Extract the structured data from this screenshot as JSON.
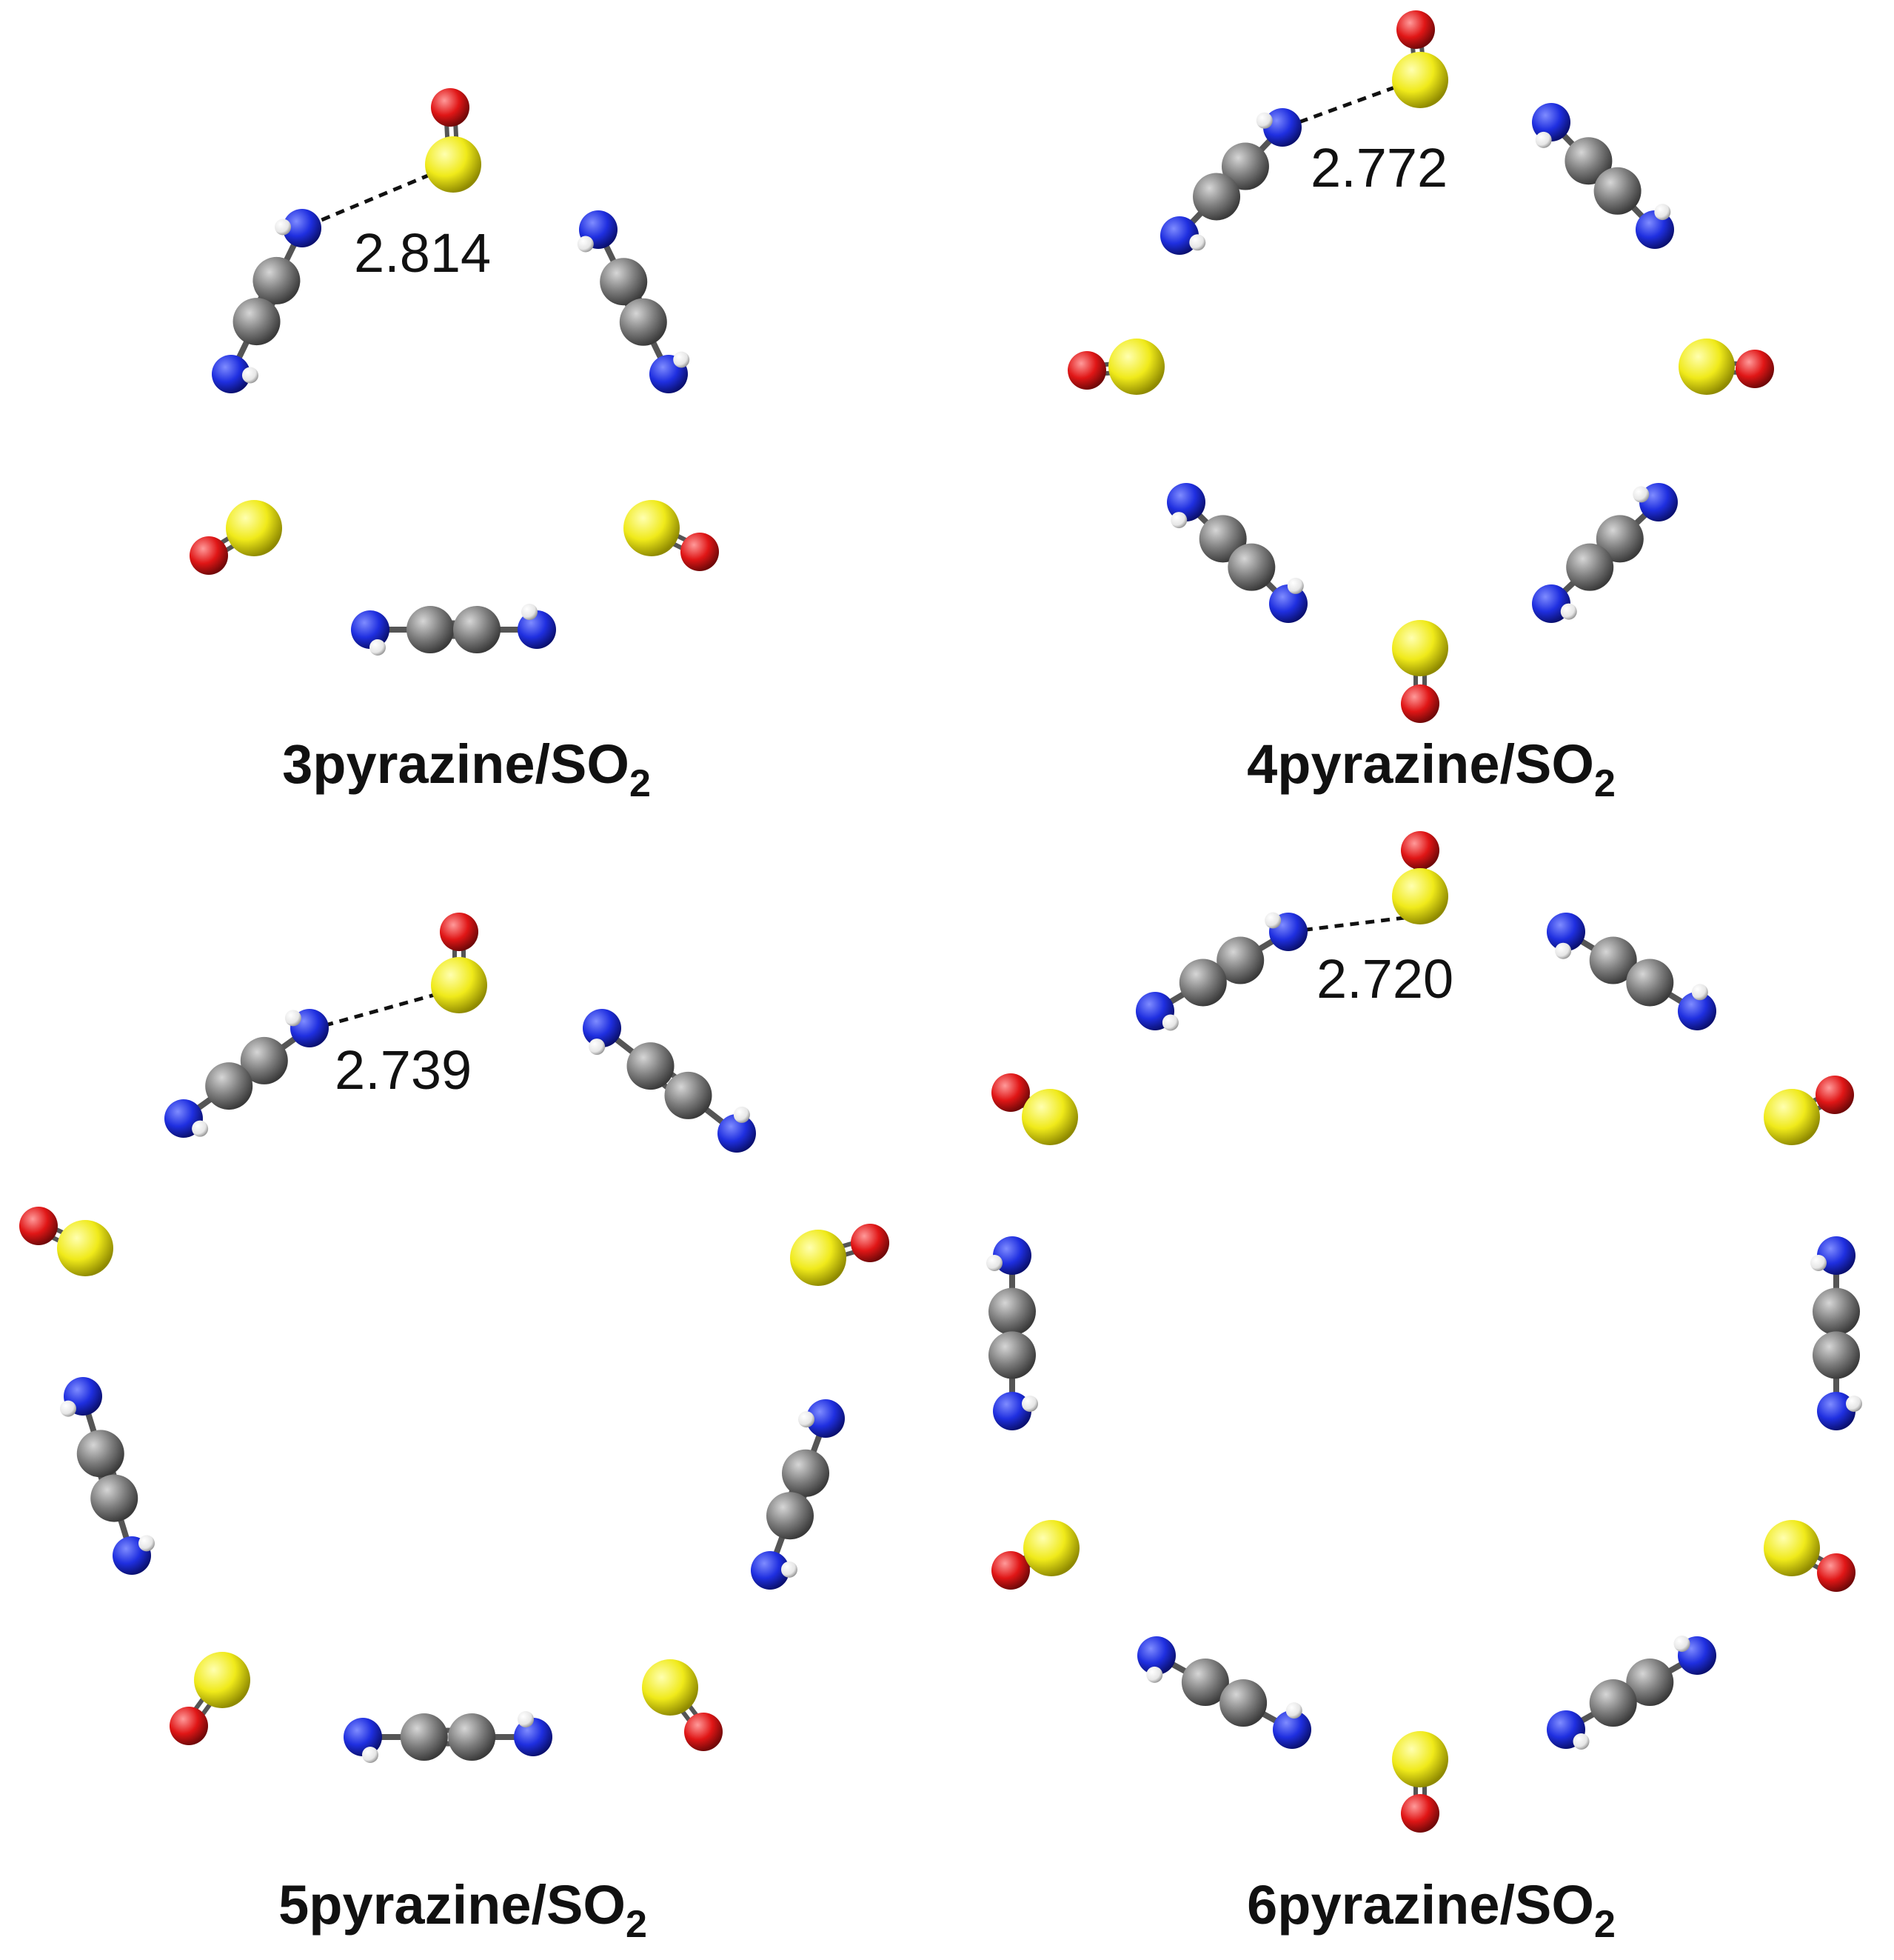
{
  "colors": {
    "carbon": "#7d7d7d",
    "nitrogen": "#1f2fe0",
    "hydrogen": "#f2f2f2",
    "sulfur": "#f0ea1a",
    "oxygen": "#e01616",
    "bond": "#555555",
    "text": "#111111"
  },
  "panels": [
    {
      "id": "p3",
      "title_main": "3pyrazine/SO",
      "title_sub": "2",
      "distance_label": "2.814"
    },
    {
      "id": "p4",
      "title_main": "4pyrazine/SO",
      "title_sub": "2",
      "distance_label": "2.772"
    },
    {
      "id": "p5",
      "title_main": "5pyrazine/SO",
      "title_sub": "2",
      "distance_label": "2.739"
    },
    {
      "id": "p6",
      "title_main": "6pyrazine/SO",
      "title_sub": "2",
      "distance_label": "2.720"
    }
  ]
}
